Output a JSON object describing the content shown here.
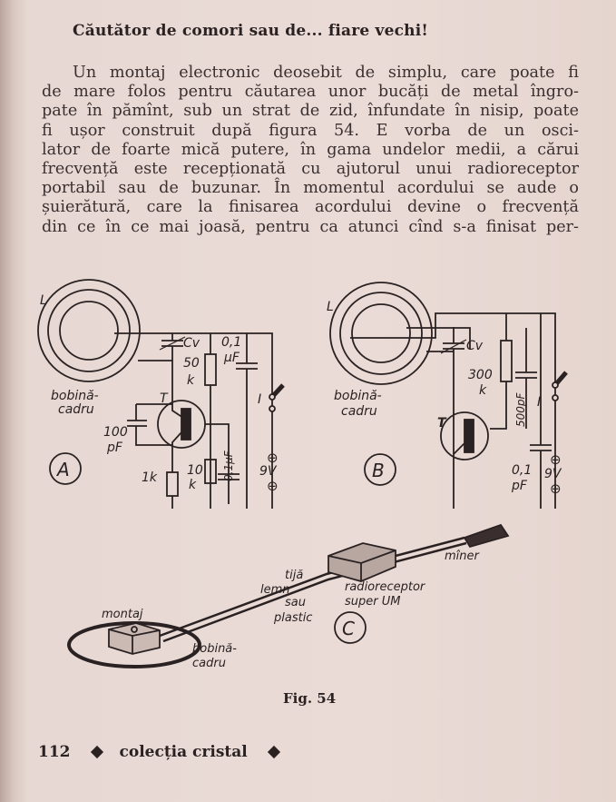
{
  "title": "Căutător de comori sau de... fiare vechi!",
  "paragraph_lines": [
    "Un montaj electronic deosebit de simplu, care poate fi",
    "de mare folos pentru căutarea unor bucăți de metal îngro-",
    "pate în pămînt, sub un strat de zid, înfundate în nisip, poate",
    "fi ușor construit după figura 54. E vorba de un osci-",
    "lator de foarte mică putere, în gama undelor medii, a cărui",
    "frecvență este recepționată cu ajutorul unui radioreceptor",
    "portabil sau de buzunar. În momentul acordului se aude o",
    "șuierătură, care la finisarea acordului devine o frecvență",
    "din ce în ce mai joasă, pentru ca atunci cînd s-a finisat per-"
  ],
  "figure": {
    "caption": "Fig. 54",
    "A": {
      "marker": "A",
      "coil_label": "L",
      "coil_name_1": "bobină-",
      "coil_name_2": "cadru",
      "cv": "Cv",
      "r1": "50",
      "r1_unit": "k",
      "c1": "0,1",
      "c1_unit": "µF",
      "transistor": "T",
      "c2": "100",
      "c2_unit": "pF",
      "r2": "1k",
      "r3": "10",
      "r3_unit": "k",
      "c3": "0,1µF",
      "switch": "I",
      "plus": "⊕",
      "voltage": "9V",
      "minus": "⊖"
    },
    "B": {
      "marker": "B",
      "coil_label": "L",
      "coil_name_1": "bobină-",
      "coil_name_2": "cadru",
      "cv": "Cv",
      "r1": "300",
      "r1_unit": "k",
      "c1": "500pF",
      "transistor": "T",
      "c2": "0,1",
      "c2_unit": "pF",
      "switch": "I",
      "minus": "⊖",
      "voltage": "9V",
      "plus": "⊕"
    },
    "C": {
      "marker": "C",
      "handle": "mîner",
      "rod_1": "tijă",
      "rod_2": "lemn",
      "rod_3": "sau",
      "rod_4": "plastic",
      "radio_1": "radioreceptor",
      "radio_2": "super UM",
      "circuit": "montaj",
      "coil_1": "bobină-",
      "coil_2": "cadru"
    }
  },
  "footer": {
    "page_number": "112",
    "collection": "colecția cristal"
  }
}
